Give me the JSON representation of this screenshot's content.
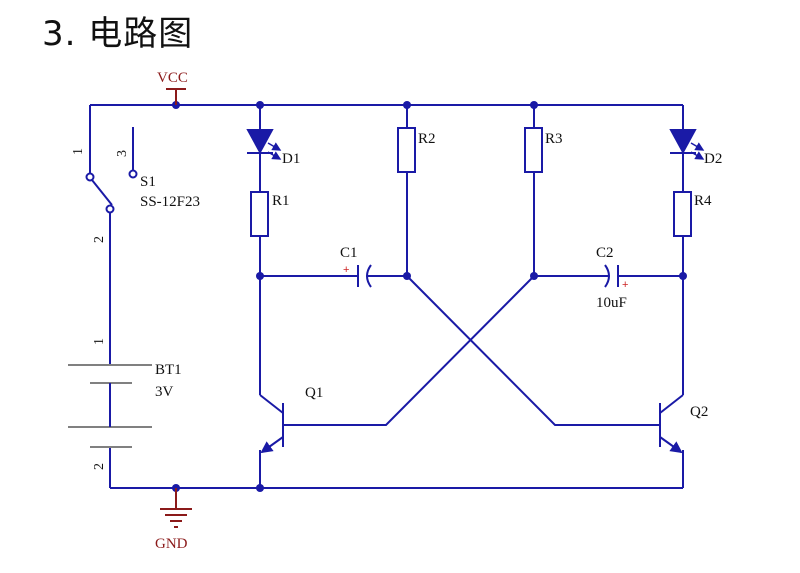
{
  "title": "3. 电路图",
  "colors": {
    "wire": "#1a1aa6",
    "power": "#8b1a1a",
    "component": "#1a1aa6",
    "battery": "#808080",
    "polarity": "#cc2222",
    "text": "#111111"
  },
  "labels": {
    "vcc": "VCC",
    "gnd": "GND",
    "switch_ref": "S1",
    "switch_part": "SS-12F23",
    "switch_pin1": "1",
    "switch_pin2": "2",
    "switch_pin3": "3",
    "battery_ref": "BT1",
    "battery_value": "3V",
    "battery_pin1": "1",
    "battery_pin2": "2",
    "led1": "D1",
    "led2": "D2",
    "r1": "R1",
    "r2": "R2",
    "r3": "R3",
    "r4": "R4",
    "c1": "C1",
    "c2": "C2",
    "c2_value": "10uF",
    "q1": "Q1",
    "q2": "Q2",
    "plus": "+"
  }
}
